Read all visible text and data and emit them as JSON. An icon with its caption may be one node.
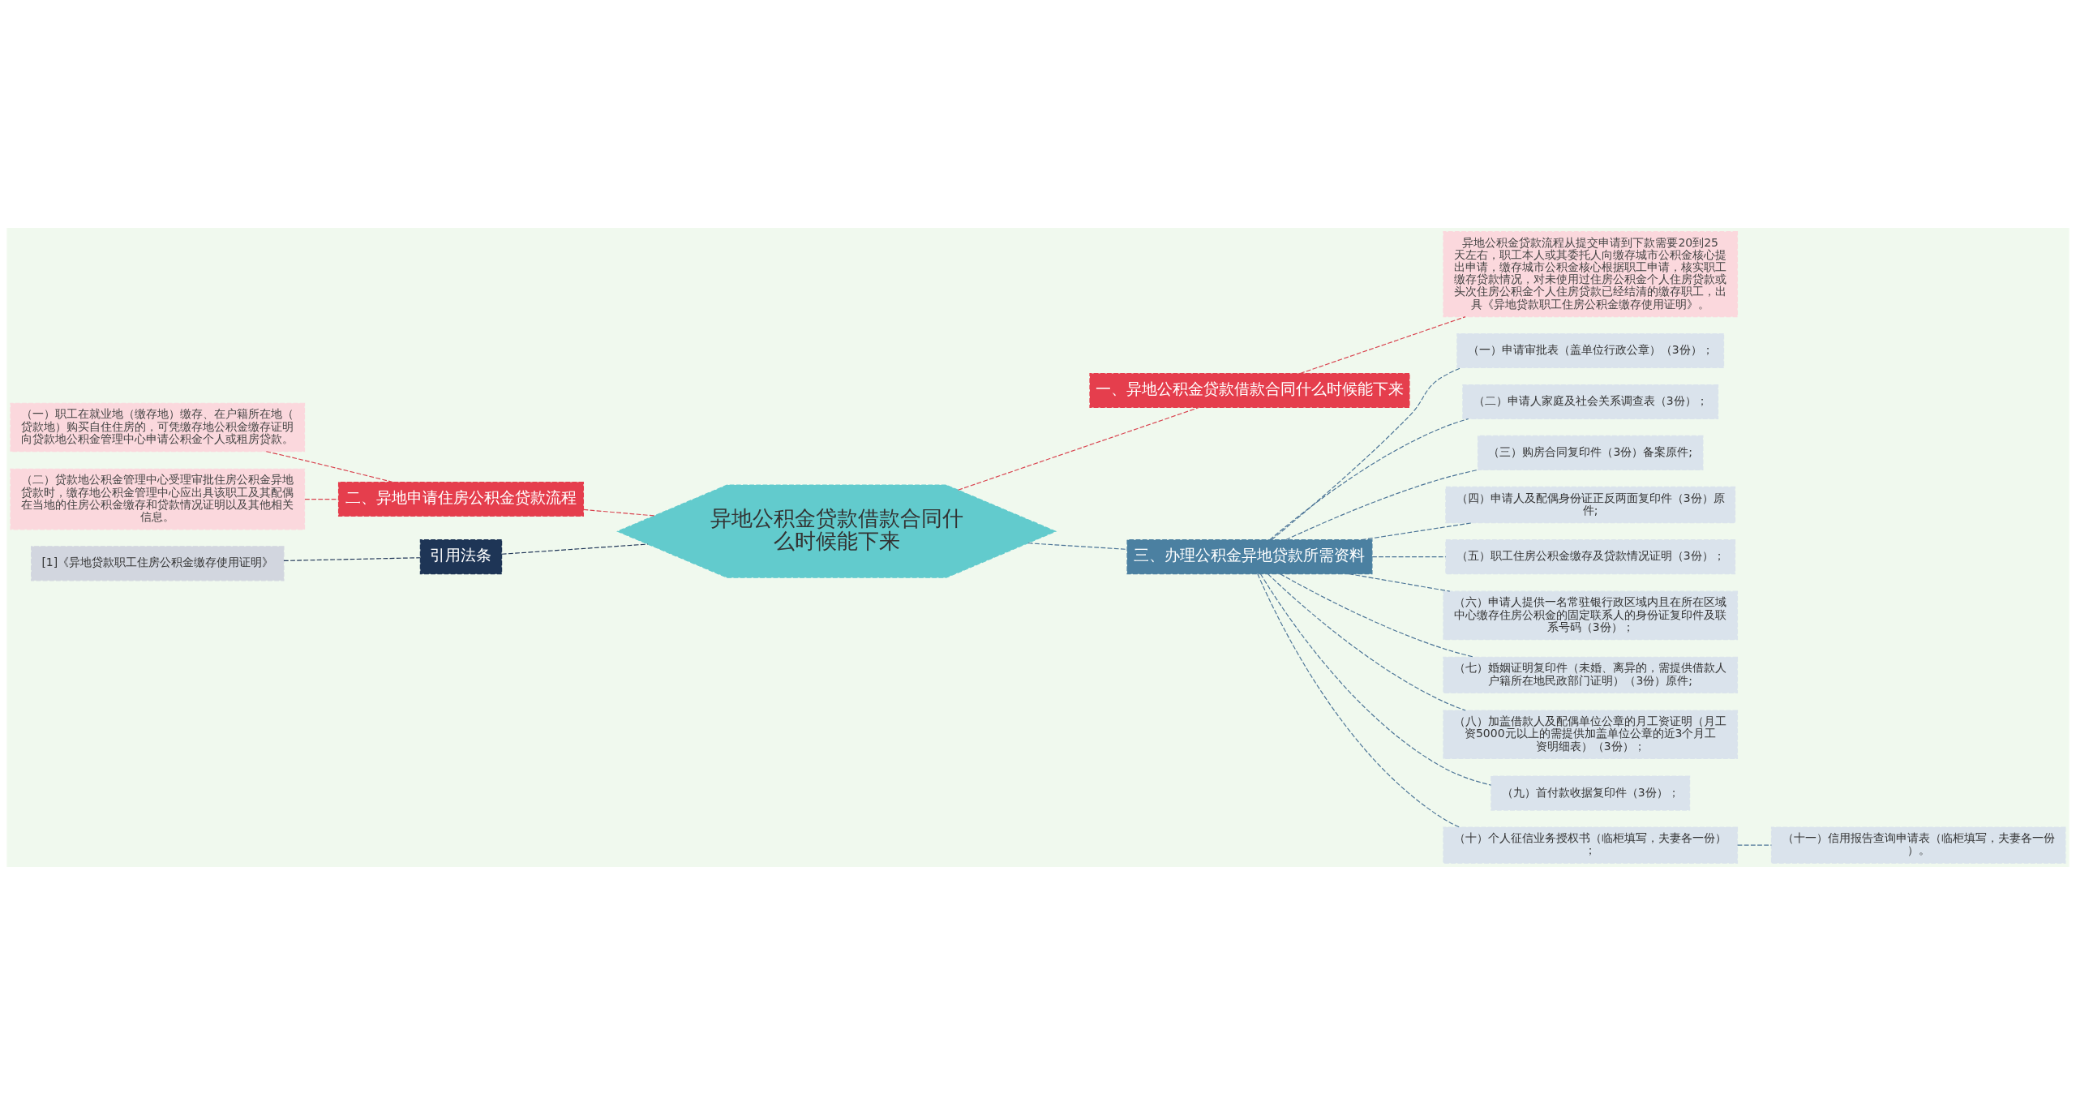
{
  "diagram": {
    "nodes": [
      {
        "text": [
          "异地公积金贷款借款合同什么时候能下来"
        ]
      },
      {
        "text": [
          "一、异地公积金贷款借款合同什么时候能下来"
        ]
      },
      {
        "text": [
          "异地公积金贷款流程从提交申请到下款需要20到25天左右，职工本人或其委托人向缴存城市公积金核心提出申请，缴存城市公积金核心根据职工申请，核实职工缴存贷款情况，对未使用过住房公积金个人住房贷款或头次住房公积金个人住房贷款已经结清的缴存职工，出具《异地贷款职工住房公积金缴存使用证明》。"
        ]
      },
      {
        "text": [
          "二、异地申请住房公积金贷款流程"
        ]
      },
      {
        "text": [
          "（一）职工在就业地（缴存地）缴存、在户籍所在地（贷款地）购买自住住房的，可凭缴存地公积金缴存证明向贷款地公积金管理中心申请公积金个人或租房贷款。"
        ]
      },
      {
        "text": [
          "（二）贷款地公积金管理中心受理审批住房公积金异地贷款时，缴存地公积金管理中心应出具该职工及其配偶在当地的住房公积金缴存和贷款情况证明以及其他相关信息。"
        ]
      },
      {
        "text": [
          "引用法条"
        ]
      },
      {
        "text": [
          "[1]《异地贷款职工住房公积金缴存使用证明》"
        ]
      },
      {
        "text": [
          "三、办理公积金异地贷款所需资料"
        ]
      },
      {
        "text": [
          "（一）申请审批表（盖单位行政公章）（3份）；"
        ]
      },
      {
        "text": [
          "（二）申请人家庭及社会关系调查表（3份）；"
        ]
      },
      {
        "text": [
          "（三）购房合同复印件（3份）备案原件;"
        ]
      },
      {
        "text": [
          "（四）申请人及配偶身份证正反两面复印件（3份）原件;"
        ]
      },
      {
        "text": [
          "（五）职工住房公积金缴存及贷款情况证明（3份）；"
        ]
      },
      {
        "text": [
          "（六）申请人提供一名常驻银行政区域内且在所在区域中心缴存住房公积金的固定联系人的身份证复印件及联系号码（3份）；"
        ]
      },
      {
        "text": [
          "（七）婚姻证明复印件（未婚、离异的，需提供借款人户籍所在地民政部门证明）（3份）原件;"
        ]
      },
      {
        "text": [
          "（八）加盖借款人及配偶单位公章的月工资证明（月工资5000元以上的需提供加盖单位公章的近3个月工资明细表）（3份）；"
        ]
      },
      {
        "text": [
          "（九）首付款收据复印件（3份）；"
        ]
      },
      {
        "text": [
          "（十）个人征信业务授权书（临柜填写，夫妻各一份）；"
        ]
      },
      {
        "text": [
          "（十一）信用报告查询申请表（临柜填写，夫妻各一份）。"
        ]
      }
    ],
    "edges": [
      {
        "from": 0,
        "to": 1,
        "arrow": "none",
        "style": "dashed",
        "color": "#d9434f"
      },
      {
        "from": 1,
        "to": 2,
        "arrow": "none",
        "style": "dashed",
        "color": "#d9434f"
      },
      {
        "from": 0,
        "to": 3,
        "arrow": "none",
        "style": "dashed",
        "color": "#d9434f"
      },
      {
        "from": 3,
        "to": 4,
        "arrow": "none",
        "style": "dashed",
        "color": "#d9434f"
      },
      {
        "from": 3,
        "to": 5,
        "arrow": "none",
        "style": "dashed",
        "color": "#d9434f"
      },
      {
        "from": 0,
        "to": 6,
        "arrow": "none",
        "style": "dashed",
        "color": "#1f3557"
      },
      {
        "from": 6,
        "to": 7,
        "arrow": "none",
        "style": "dashed",
        "color": "#1f3557"
      },
      {
        "from": 0,
        "to": 8,
        "arrow": "none",
        "style": "dashed"
      },
      {
        "from": 8,
        "to": 9,
        "arrow": "none",
        "style": "dashed"
      },
      {
        "from": 8,
        "to": 10,
        "arrow": "none",
        "style": "dashed"
      },
      {
        "from": 8,
        "to": 11,
        "arrow": "none",
        "style": "dashed"
      },
      {
        "from": 8,
        "to": 12,
        "arrow": "none",
        "style": "dashed"
      },
      {
        "from": 8,
        "to": 13,
        "arrow": "none",
        "style": "dashed"
      },
      {
        "from": 8,
        "to": 14,
        "arrow": "none",
        "style": "dashed"
      },
      {
        "from": 8,
        "to": 15,
        "arrow": "none",
        "style": "dashed"
      },
      {
        "from": 8,
        "to": 16,
        "arrow": "none",
        "style": "dashed"
      },
      {
        "from": 8,
        "to": 17,
        "arrow": "none",
        "style": "dashed"
      },
      {
        "from": 8,
        "to": 18,
        "arrow": "none",
        "style": "dashed"
      },
      {
        "from": 18,
        "to": 19,
        "arrow": "none",
        "style": "dashed"
      }
    ]
  }
}
